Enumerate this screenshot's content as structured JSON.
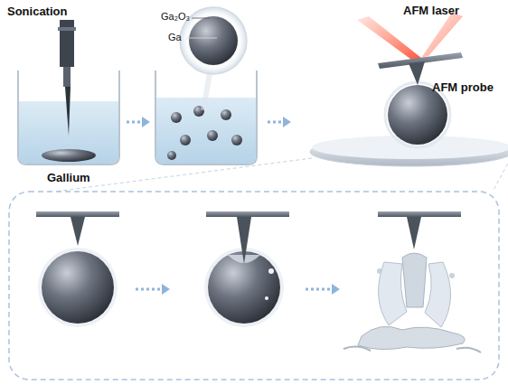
{
  "diagram": {
    "labels": [
      "Sonication",
      "Gallium",
      "Ga₂O₃",
      "Ga",
      "AFM laser",
      "AFM probe"
    ]
  }
}
